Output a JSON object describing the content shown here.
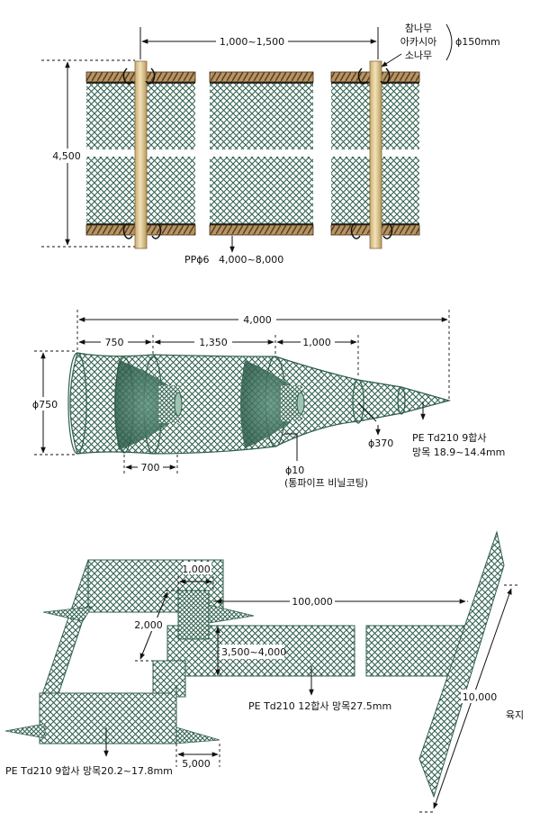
{
  "fig1": {
    "species": [
      "참나무",
      "아카시아",
      "소나무"
    ],
    "pole_diameter": "ϕ150mm",
    "spacing": "1,000~1,500",
    "height": "4,500",
    "rope": "PPϕ6",
    "length": "4,000~8,000"
  },
  "fig2": {
    "total_length": "4,000",
    "seg1": "750",
    "seg2": "1,350",
    "seg3": "1,000",
    "mouth": "ϕ750",
    "inner": "700",
    "pipe_size": "ϕ10",
    "pipe_desc": "(통파이프 비닐코팅)",
    "tail": "ϕ370",
    "net_spec": "PE Td210 9합사",
    "net_mesh": "망목 18.9~14.4mm"
  },
  "fig3": {
    "box_top": "1,000",
    "leader_length": "100,000",
    "side": "2,000",
    "leader_height": "3,500~4,000",
    "leader_net": "PE Td210 12합사 망목27.5mm",
    "shore_length": "10,000",
    "shore_label": "육지",
    "wing": "5,000",
    "trap_net": "PE Td210 9합사 망목20.2~17.8mm"
  },
  "colors": {
    "net": "#2f5f4d",
    "rope": "#8a6a3e",
    "pole": "#e2cc98"
  }
}
